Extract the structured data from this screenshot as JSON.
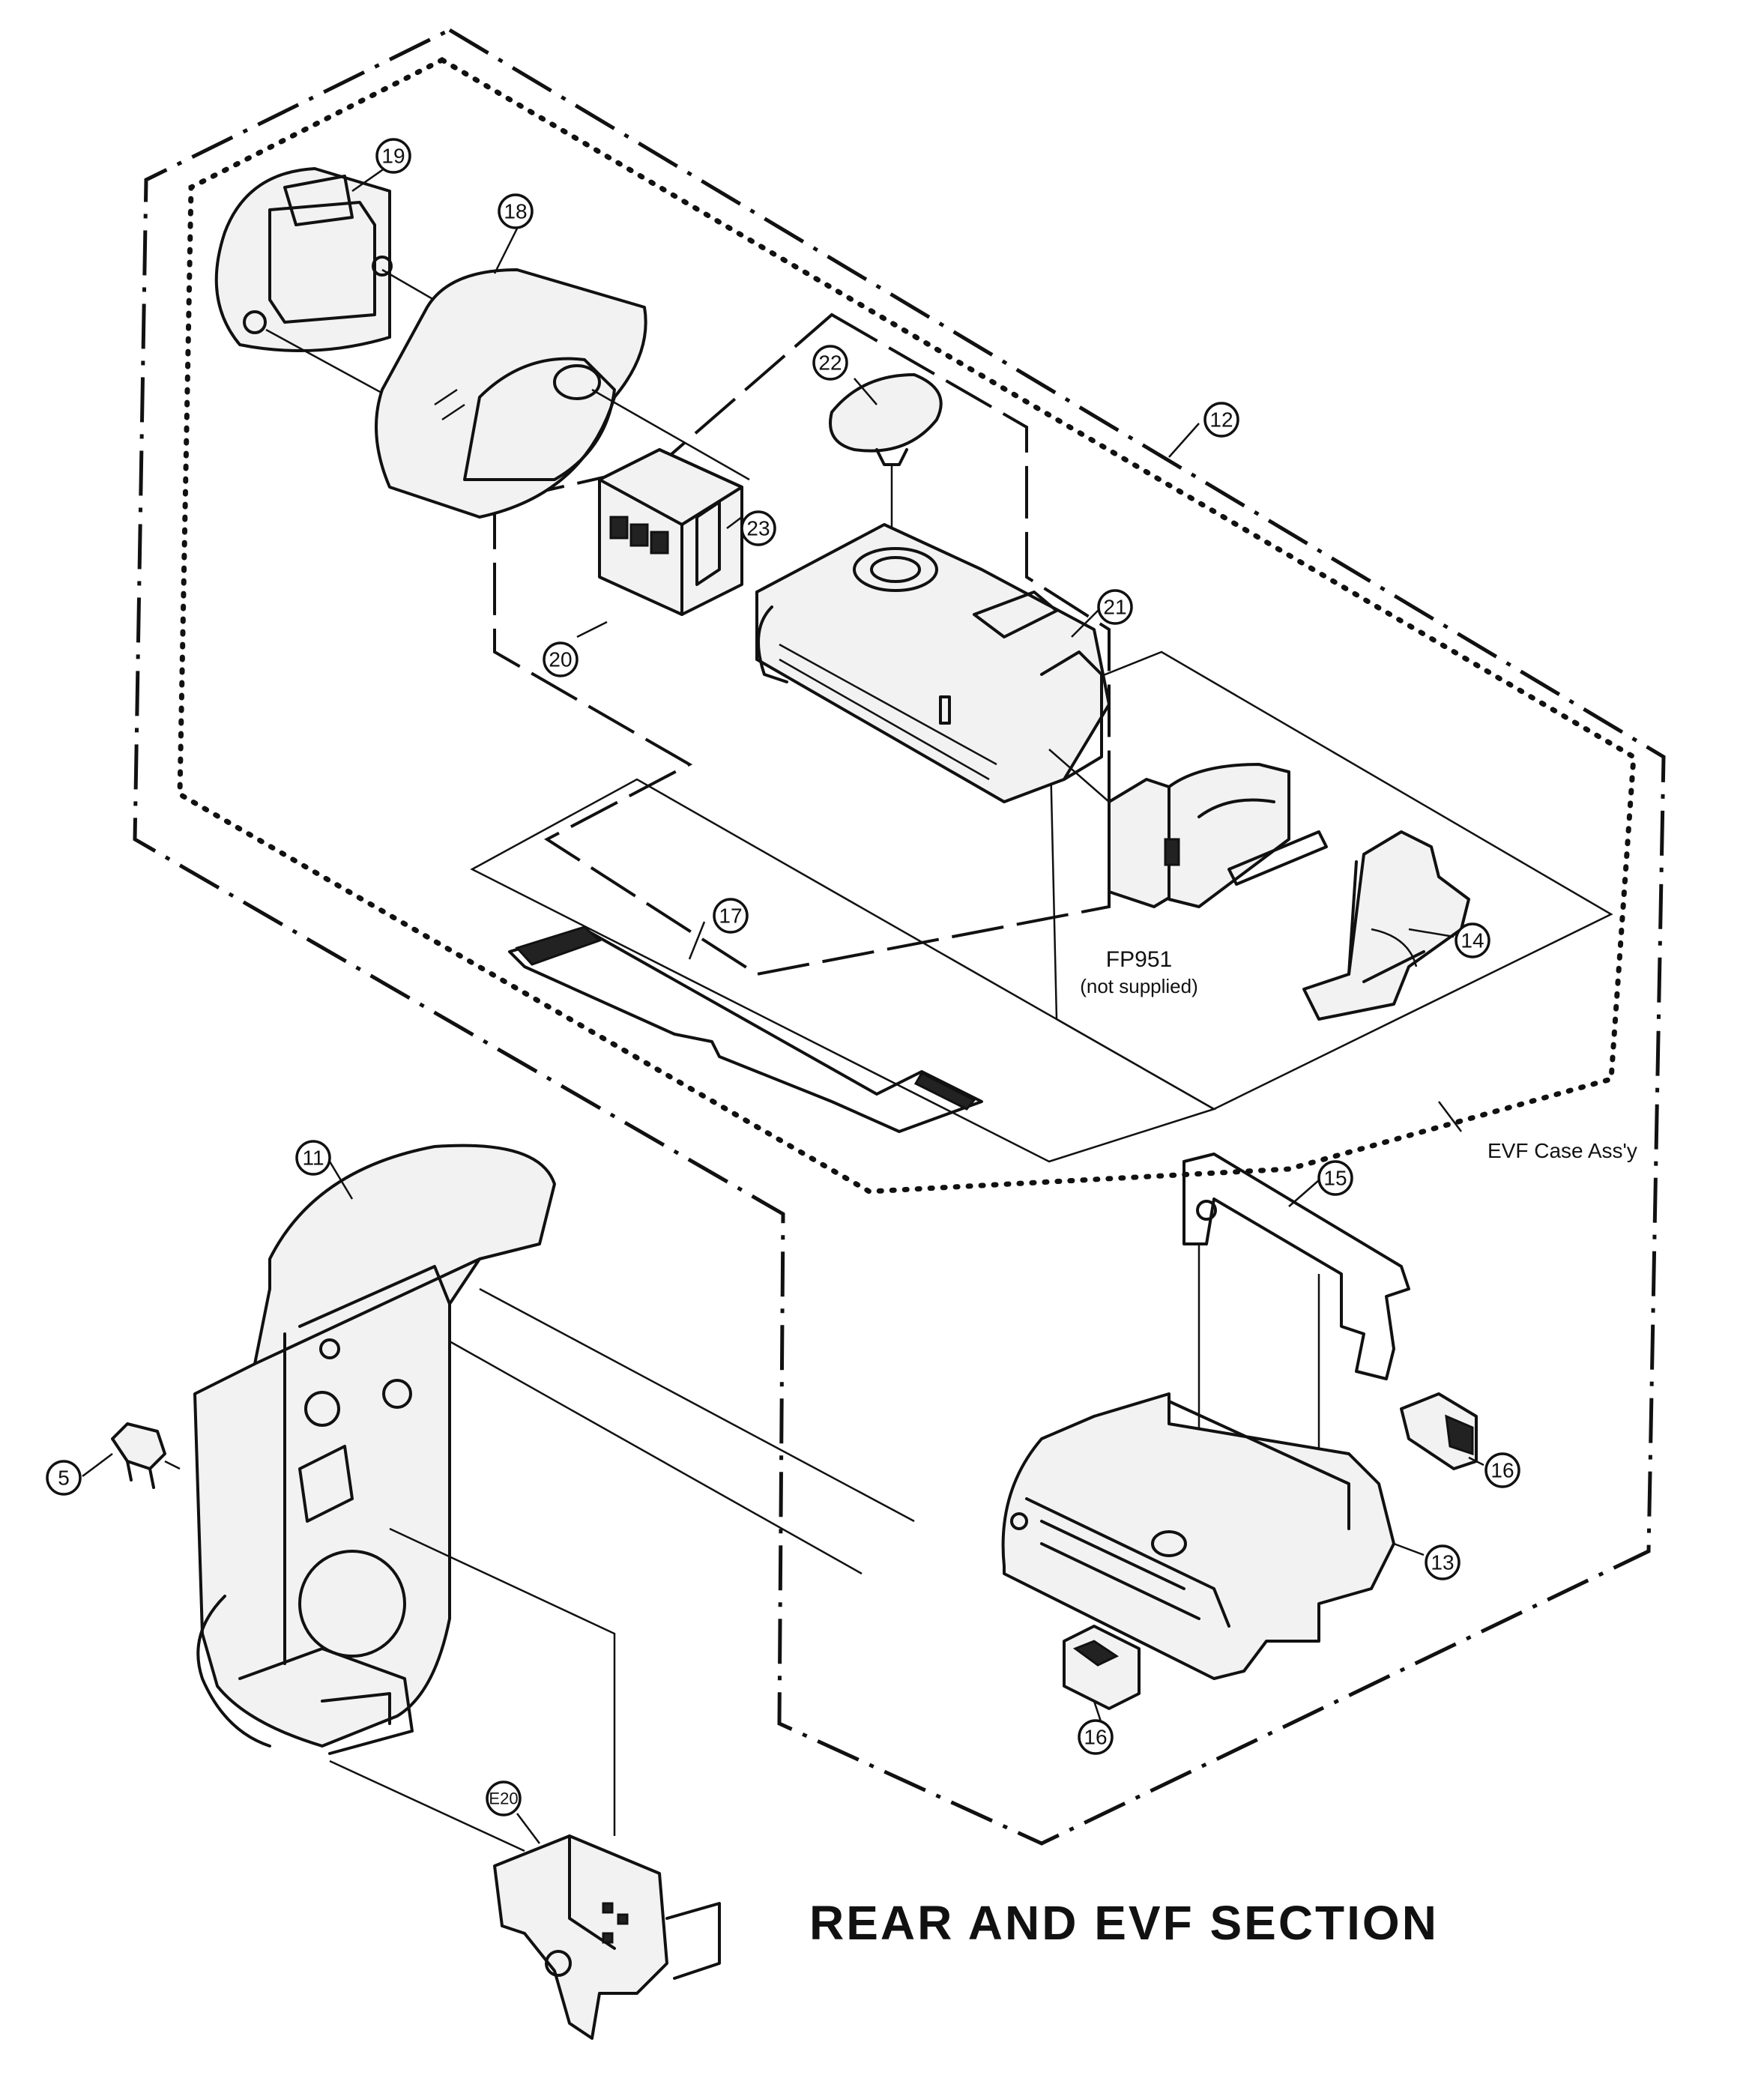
{
  "title": "REAR AND EVF SECTION",
  "callouts": {
    "c19": "19",
    "c18": "18",
    "c22": "22",
    "c12": "12",
    "c23": "23",
    "c21": "21",
    "c20": "20",
    "c17": "17",
    "c14": "14",
    "c11": "11",
    "c15": "15",
    "c5": "5",
    "c16a": "16",
    "c13": "13",
    "c16b": "16",
    "cE20": "E20"
  },
  "labels": {
    "fp951": "FP951",
    "not_supplied": "(not supplied)",
    "evf_case": "EVF Case Ass'y"
  }
}
